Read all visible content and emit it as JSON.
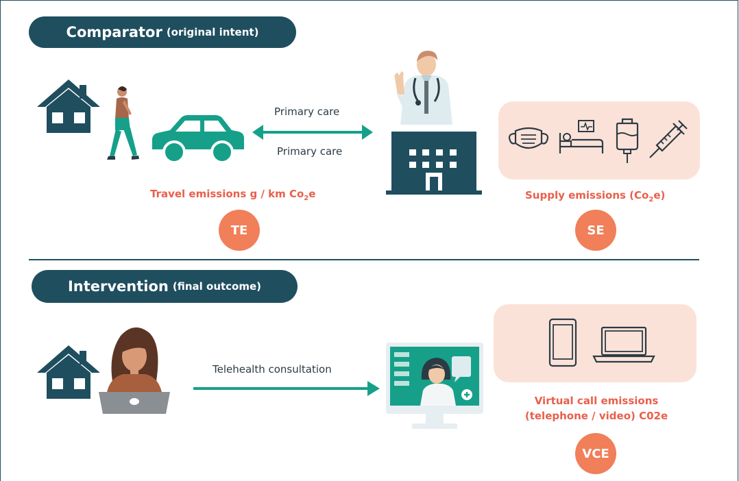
{
  "comparator": {
    "title": "Comparator",
    "subtitle": "(original intent)",
    "arrow_label_top": "Primary care",
    "arrow_label_bottom": "Primary care",
    "travel_label": "Travel emissions g / km Co",
    "travel_sub": "2",
    "travel_suffix": "e",
    "travel_badge": "TE",
    "supply_label": "Supply emissions (Co",
    "supply_sub": "2",
    "supply_suffix": "e)",
    "supply_badge": "SE"
  },
  "intervention": {
    "title": "Intervention",
    "subtitle": "(final outcome)",
    "arrow_label": "Telehealth consultation",
    "virtual_label_line1": "Virtual call emissions",
    "virtual_label_line2": "(telephone / video) C02e",
    "virtual_badge": "VCE"
  },
  "colors": {
    "navy": "#1f4e5f",
    "teal": "#16a08a",
    "salmon_text": "#e8604c",
    "badge": "#f07f5a",
    "panel": "#fbe2d9"
  }
}
